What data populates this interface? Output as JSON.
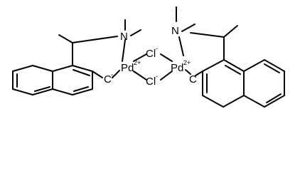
{
  "molecule": {
    "pd_left": "Pd",
    "pd_left_charge": "2+",
    "pd_right": "Pd",
    "pd_right_charge": "2+",
    "cl_top": "Cl",
    "cl_top_charge": "-",
    "cl_bottom": "Cl",
    "cl_bottom_charge": "-",
    "n_left": "N",
    "n_right": "N",
    "c_left": "C",
    "c_left_charge": "-",
    "c_right": "C",
    "c_right_charge": "-"
  }
}
